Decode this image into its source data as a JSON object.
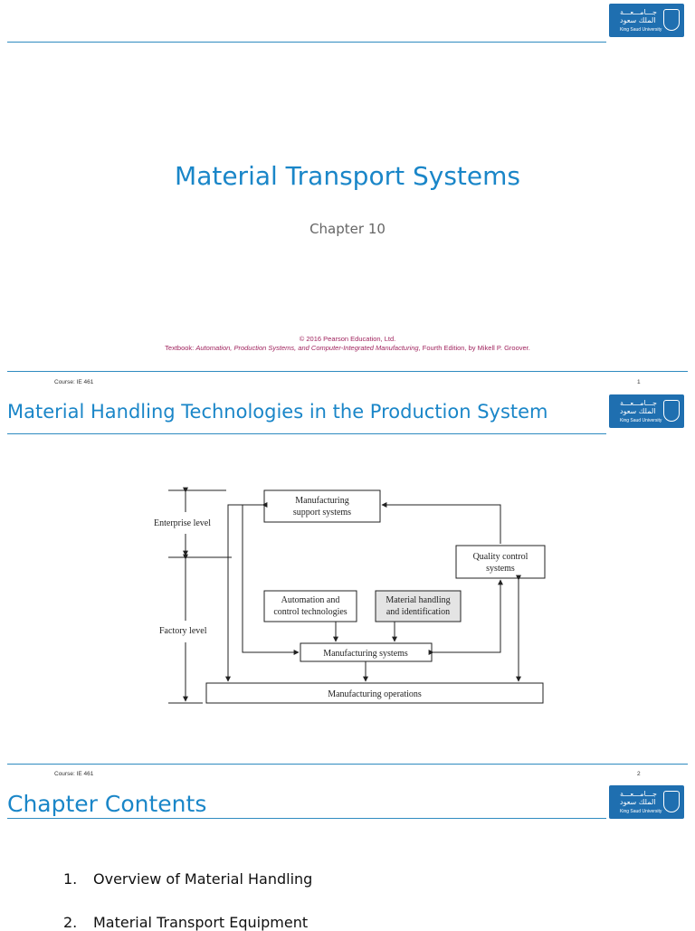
{
  "logo": {
    "arabic_line1": "جـــامـــعـــة",
    "arabic_line2": "الملك سعود",
    "english": "King Saud University"
  },
  "slide1": {
    "title": "Material Transport Systems",
    "subtitle": "Chapter 10",
    "copyright": "© 2016 Pearson Education, Ltd.",
    "textbook_prefix": "Textbook: ",
    "textbook_title": "Automation, Production Systems, and Computer-Integrated Manufacturing",
    "textbook_suffix": ", Fourth Edition, by Mikell P. Groover.",
    "course": "Course: IE 461",
    "page": "1"
  },
  "slide2": {
    "title": "Material Handling Technologies in the Production System",
    "course": "Course: IE 461",
    "page": "2",
    "diagram": {
      "enterprise_level": "Enterprise level",
      "factory_level": "Factory level",
      "mss_line1": "Manufacturing",
      "mss_line2": "support systems",
      "qcs_line1": "Quality control",
      "qcs_line2": "systems",
      "act_line1": "Automation and",
      "act_line2": "control technologies",
      "mhi_line1": "Material handling",
      "mhi_line2": "and identification",
      "ms": "Manufacturing systems",
      "mo": "Manufacturing operations"
    }
  },
  "slide3": {
    "title": "Chapter Contents",
    "items": [
      {
        "num": "1.",
        "text": "Overview of Material Handling"
      },
      {
        "num": "2.",
        "text": "Material Transport Equipment"
      }
    ]
  }
}
